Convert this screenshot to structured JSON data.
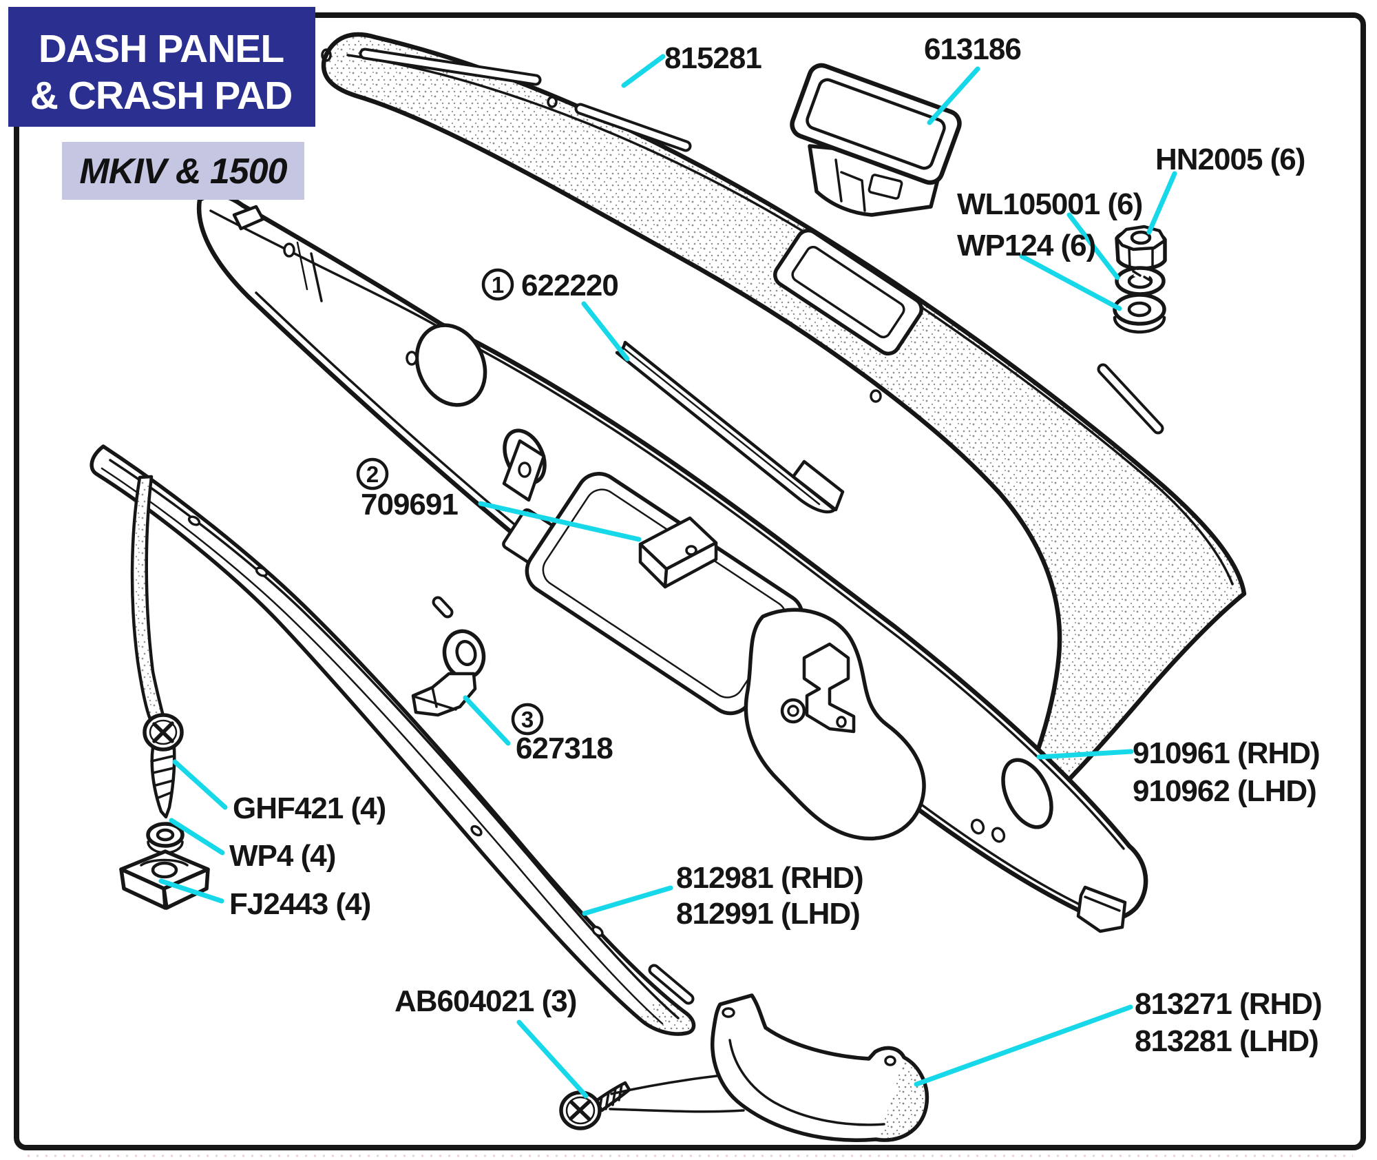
{
  "title": {
    "line1": "DASH PANEL",
    "line2": "& CRASH PAD",
    "model": "MKIV & 1500"
  },
  "callouts": {
    "crash_pad": "815281",
    "ashtray": "613186",
    "nut": "HN2005 (6)",
    "spring_washer": "WL105001 (6)",
    "plain_washer": "WP124 (6)",
    "item1_num": "1",
    "item1_part": "622220",
    "item2_num": "2",
    "item2_part": "709691",
    "item3_num": "3",
    "item3_part": "627318",
    "dash_panel_rhd": "910961 (RHD)",
    "dash_panel_lhd": "910962 (LHD)",
    "screw_ghf421": "GHF421 (4)",
    "washer_wp4": "WP4 (4)",
    "clip_nut_fj2443": "FJ2443 (4)",
    "rail_rhd": "812981 (RHD)",
    "rail_lhd": "812991 (LHD)",
    "drive_screw": "AB604021 (3)",
    "lower_trim_rhd": "813271 (RHD)",
    "lower_trim_lhd": "813281 (LHD)"
  },
  "colors": {
    "leader": "#16d8e8",
    "title_bg": "#2b3090",
    "title_fg": "#ffffff",
    "model_bg": "#c5c7e2",
    "model_fg": "#111111",
    "ink": "#161616",
    "paper": "#ffffff"
  }
}
